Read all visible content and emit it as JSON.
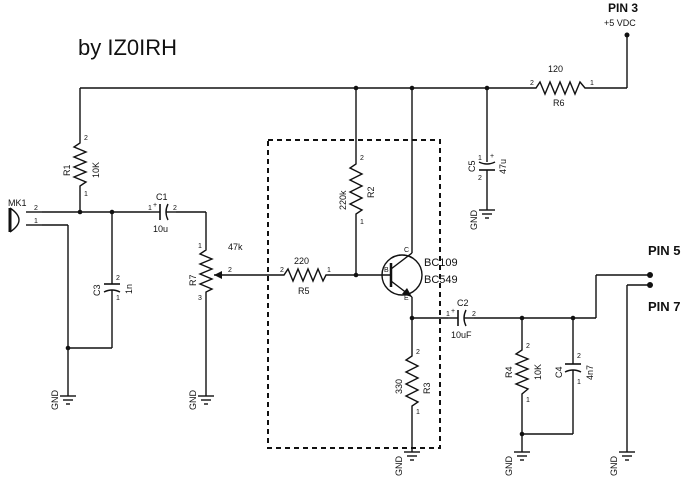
{
  "author": "by IZ0IRH",
  "power": {
    "pin": "PIN 3",
    "voltage": "+5 VDC"
  },
  "outputs": {
    "pin5": "PIN 5",
    "pin7": "PIN 7"
  },
  "mic": {
    "ref": "MK1",
    "pin1": "1",
    "pin2": "2"
  },
  "components": {
    "r1": {
      "ref": "R1",
      "value": "10K",
      "p1": "1",
      "p2": "2"
    },
    "r2": {
      "ref": "R2",
      "value": "220k",
      "p1": "1",
      "p2": "2"
    },
    "r3": {
      "ref": "R3",
      "value": "330",
      "p1": "1",
      "p2": "2"
    },
    "r4": {
      "ref": "R4",
      "value": "10K",
      "p1": "1",
      "p2": "2"
    },
    "r5": {
      "ref": "R5",
      "value": "220",
      "p1": "1",
      "p2": "2"
    },
    "r6": {
      "ref": "R6",
      "value": "120",
      "p1": "1",
      "p2": "2"
    },
    "r7": {
      "ref": "R7",
      "value": "47k",
      "p1": "1",
      "p2": "2",
      "p3": "3"
    },
    "c1": {
      "ref": "C1",
      "value": "10u",
      "p1": "1",
      "p2": "2"
    },
    "c2": {
      "ref": "C2",
      "value": "10uF",
      "p1": "1",
      "p2": "2"
    },
    "c3": {
      "ref": "C3",
      "value": "1n",
      "p1": "1",
      "p2": "2"
    },
    "c4": {
      "ref": "C4",
      "value": "4n7",
      "p1": "1",
      "p2": "2"
    },
    "c5": {
      "ref": "C5",
      "value": "47u",
      "p1": "1",
      "p2": "2"
    }
  },
  "transistor": {
    "name1": "BC109",
    "name2": "BC549",
    "b": "B",
    "c": "C",
    "e": "E"
  },
  "ground_label": "GND"
}
